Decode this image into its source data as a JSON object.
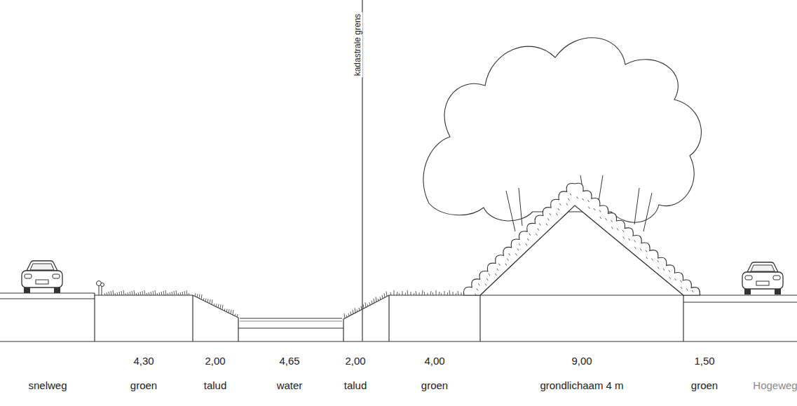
{
  "diagram": {
    "labels": [
      "kadastrale grens",
      "snelweg",
      "4,30",
      "groen",
      "2,00",
      "talud",
      "4,65",
      "water",
      "2,00",
      "talud",
      "4,00",
      "groen",
      "9,00",
      "grondlichaam 4 m",
      "1,50",
      "groen",
      "Hogeweg"
    ]
  }
}
